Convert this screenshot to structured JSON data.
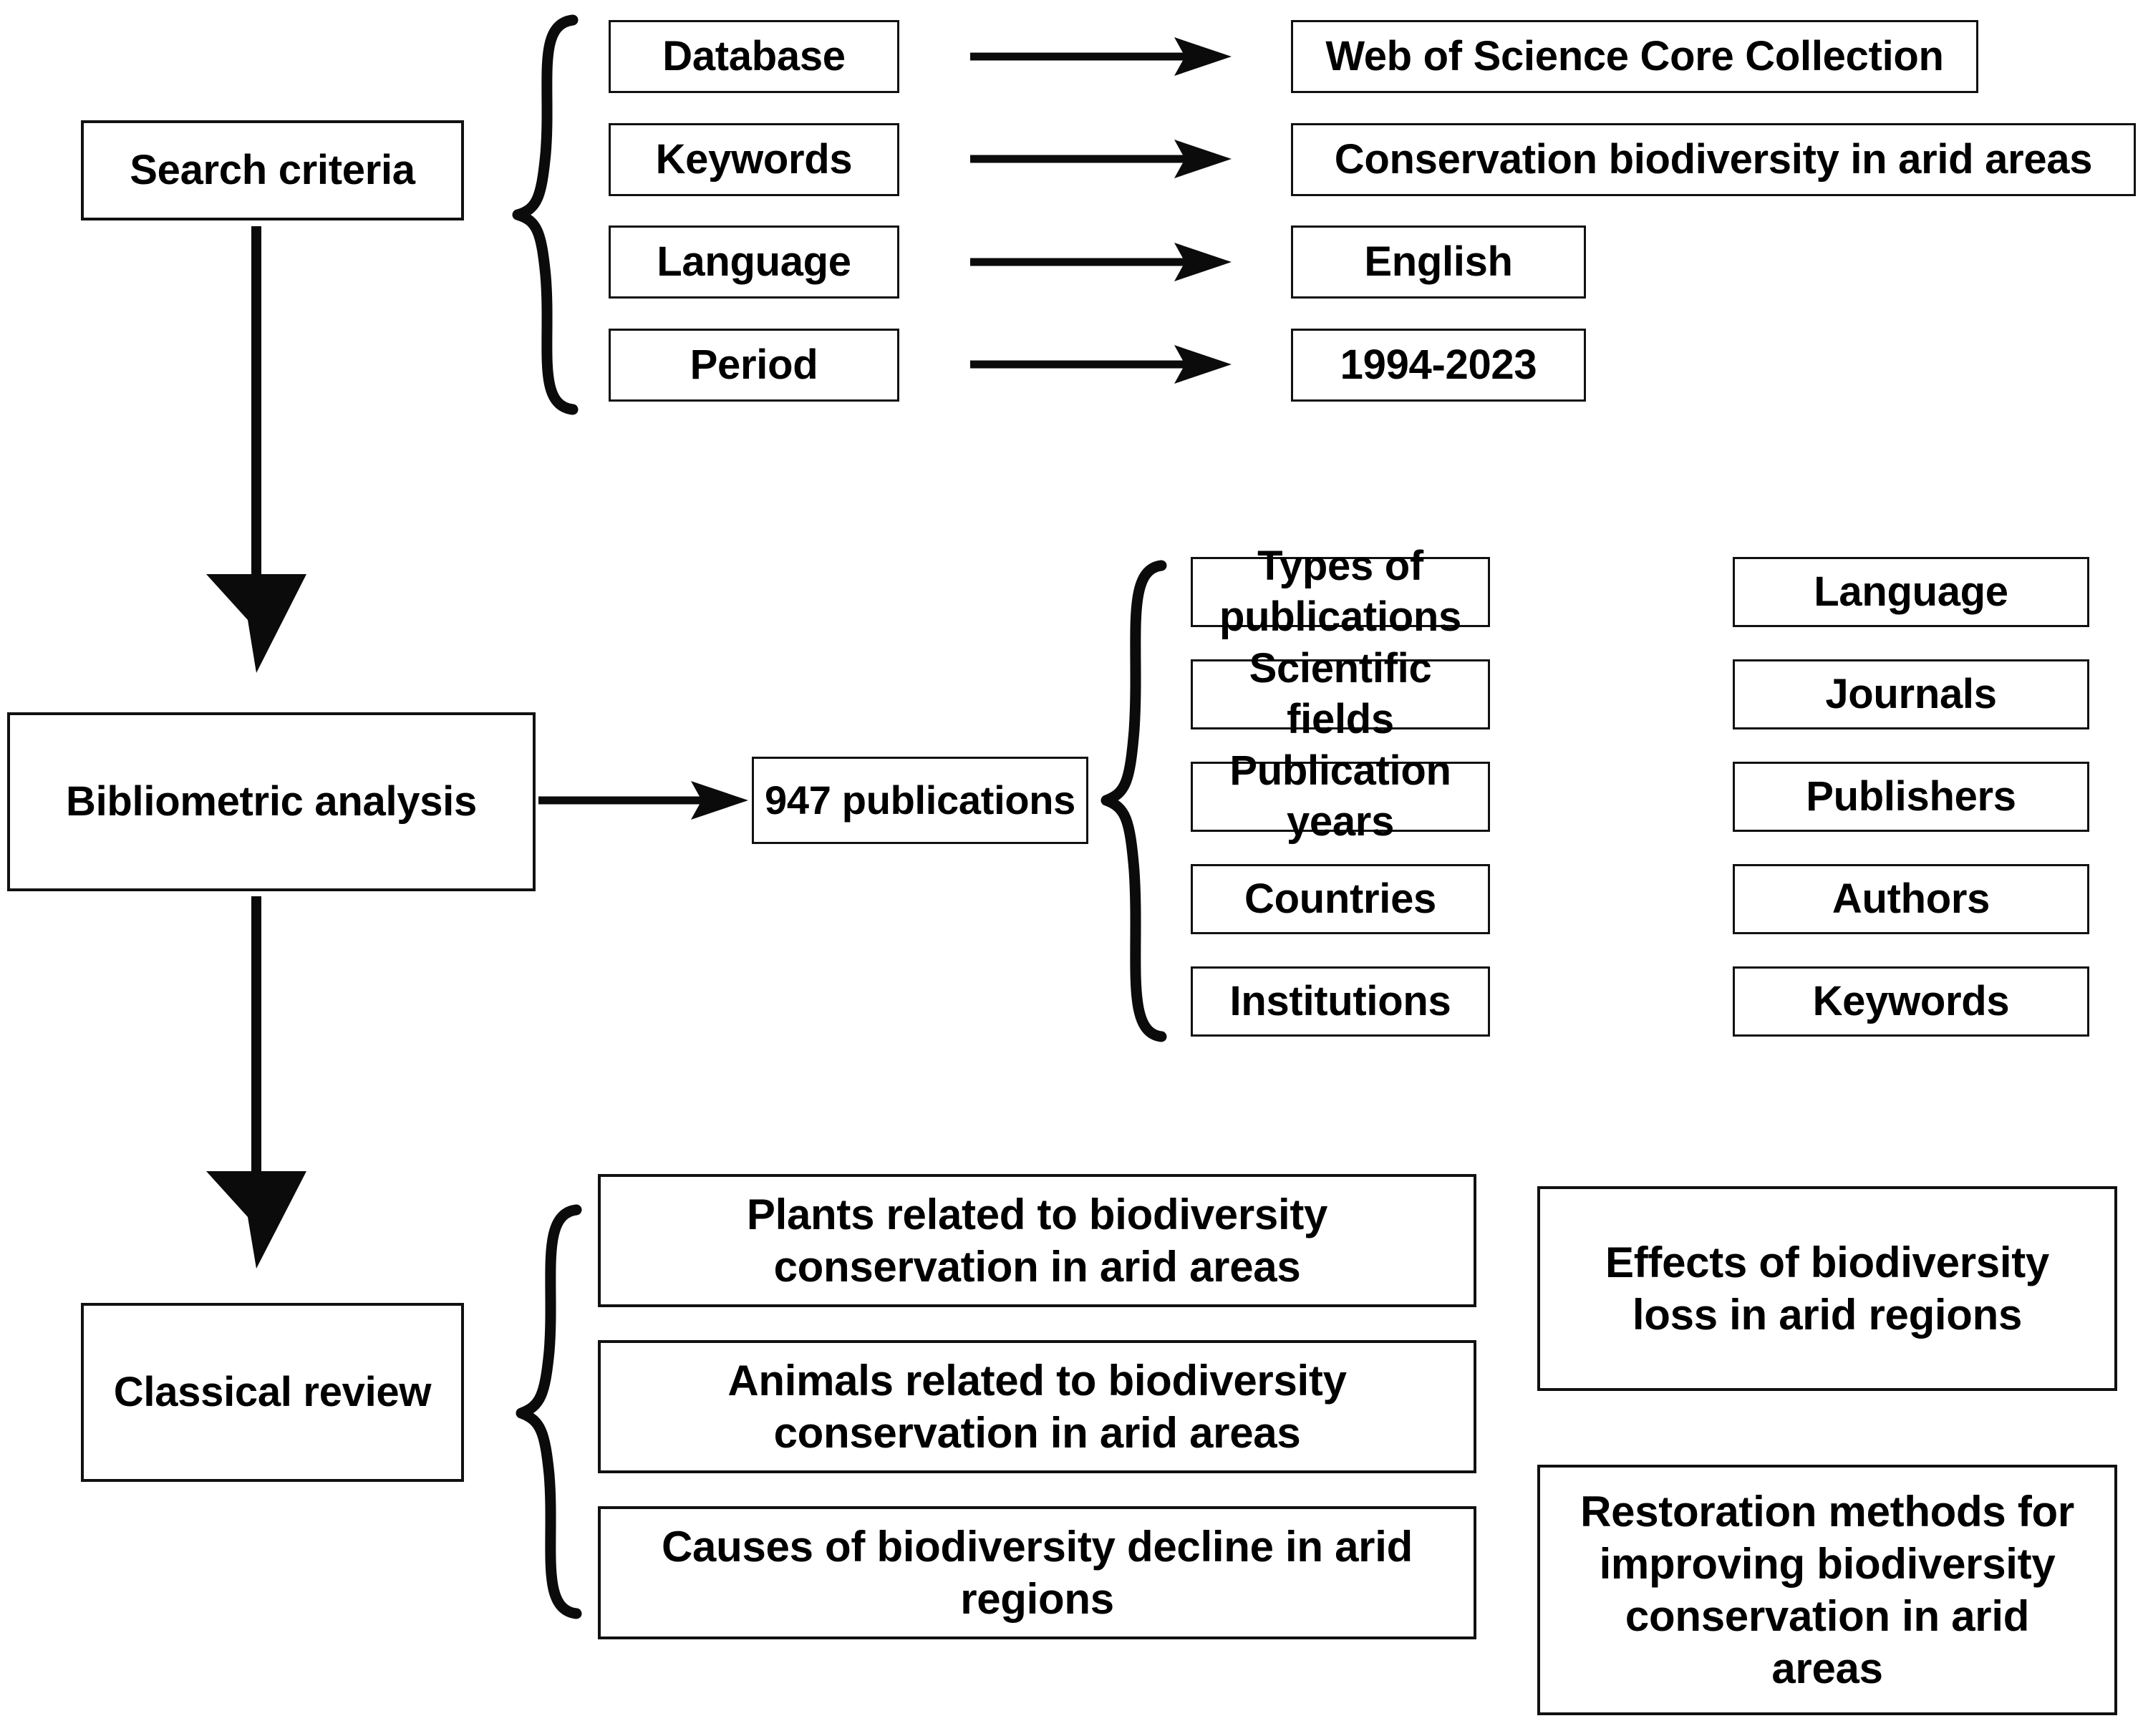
{
  "figure": {
    "type": "flowchart",
    "orientation": "top-to-bottom",
    "background_color": "#ffffff",
    "line_color": "#0b0b0b"
  },
  "stages": {
    "search": {
      "label": "Search criteria"
    },
    "bibliometric": {
      "label": "Bibliometric analysis"
    },
    "classical": {
      "label": "Classical review"
    }
  },
  "search_criteria": {
    "rows": [
      {
        "criterion": "Database",
        "value": "Web of Science Core Collection"
      },
      {
        "criterion": "Keywords",
        "value": "Conservation biodiversity in arid areas"
      },
      {
        "criterion": "Language",
        "value": "English"
      },
      {
        "criterion": "Period",
        "value": "1994-2023"
      }
    ]
  },
  "bibliometric": {
    "count_label": "947 publications",
    "column_left": [
      "Types of publications",
      "Scientific fields",
      "Publication years",
      "Countries",
      "Institutions"
    ],
    "column_right": [
      "Language",
      "Journals",
      "Publishers",
      "Authors",
      "Keywords"
    ]
  },
  "classical_review": {
    "column_left": [
      "Plants related to biodiversity conservation in arid areas",
      "Animals related to biodiversity conservation in arid areas",
      "Causes of biodiversity decline in arid regions"
    ],
    "column_right": [
      "Effects of biodiversity loss in arid regions",
      "Restoration methods for improving  biodiversity conservation in arid areas"
    ]
  },
  "icons": {
    "arrow_right": "arrow-right-icon",
    "arrow_down": "arrow-down-icon",
    "brace": "curly-brace-icon"
  }
}
